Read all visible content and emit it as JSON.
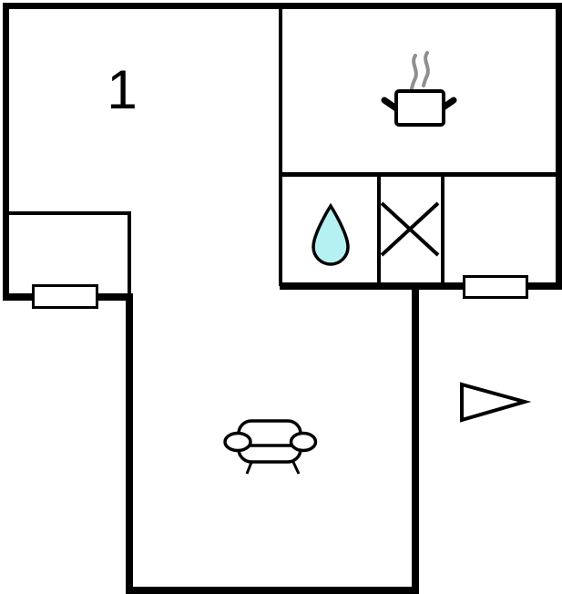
{
  "floor_plan": {
    "description": "apartment-floor-plan",
    "rooms": [
      {
        "id": "room-1",
        "label": "1",
        "feature_icon": null
      },
      {
        "id": "kitchen",
        "label": "",
        "feature_icon": "cooking-pot-icon"
      },
      {
        "id": "bathroom",
        "label": "",
        "feature_icon": "water-drop-icon"
      },
      {
        "id": "utility-room",
        "label": "",
        "feature_icon": "crossed-square-icon"
      },
      {
        "id": "living-room",
        "label": "",
        "feature_icon": "sofa-icon"
      }
    ],
    "entrance_marker": "triangle-right-icon",
    "window_count": 2
  },
  "colors": {
    "wall": "#000000",
    "floor": "#ffffff",
    "water_drop": "#b5f1f3",
    "steam": "#8f8f8f"
  }
}
